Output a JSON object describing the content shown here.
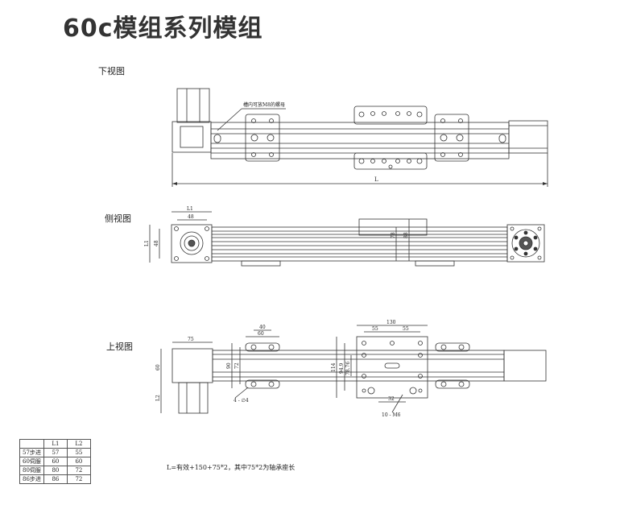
{
  "title": "60c模组系列模组",
  "views": {
    "bottom": {
      "label": "下视图",
      "annotation": "槽内可放M8的螺母",
      "dim_length": "L"
    },
    "side": {
      "label": "侧视图",
      "dim_l1": "L1",
      "dim_48": "48",
      "dim_l1_vertical": "L1",
      "dim_48_vertical": "48",
      "dim_78": "78",
      "dim_88": "88"
    },
    "top": {
      "label": "上视图",
      "dim_75": "75",
      "dim_60_motor": "60",
      "dim_l2": "L2",
      "dim_60": "60",
      "dim_40": "40",
      "dim_90": "90",
      "dim_72": "72",
      "dim_130": "130",
      "dim_55a": "55",
      "dim_55b": "55",
      "dim_114": "114",
      "dim_94_9": "94.9",
      "dim_78_76": "78.76",
      "dim_32": "32",
      "hole_spec": "4 - ∅4",
      "thread_spec": "10 - M6"
    }
  },
  "spec_table": {
    "headers": [
      "",
      "L1",
      "L2"
    ],
    "rows": [
      [
        "57步进",
        "57",
        "55"
      ],
      [
        "60伺服",
        "60",
        "60"
      ],
      [
        "80伺服",
        "80",
        "72"
      ],
      [
        "86步进",
        "86",
        "72"
      ]
    ]
  },
  "formula": "L=有效+150+75*2，其中75*2为轴承座长"
}
